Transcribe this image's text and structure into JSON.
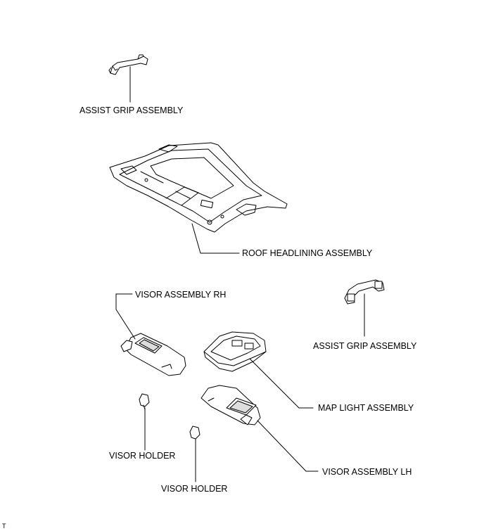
{
  "labels": {
    "assist_grip_top": "ASSIST GRIP ASSEMBLY",
    "roof_headlining": "ROOF HEADLINING ASSEMBLY",
    "visor_rh": "VISOR ASSEMBLY RH",
    "assist_grip_right": "ASSIST GRIP ASSEMBLY",
    "map_light": "MAP LIGHT ASSEMBLY",
    "visor_holder_left": "VISOR HOLDER",
    "visor_lh": "VISOR ASSEMBLY LH",
    "visor_holder_bottom": "VISOR HOLDER"
  },
  "corner_mark": "T"
}
